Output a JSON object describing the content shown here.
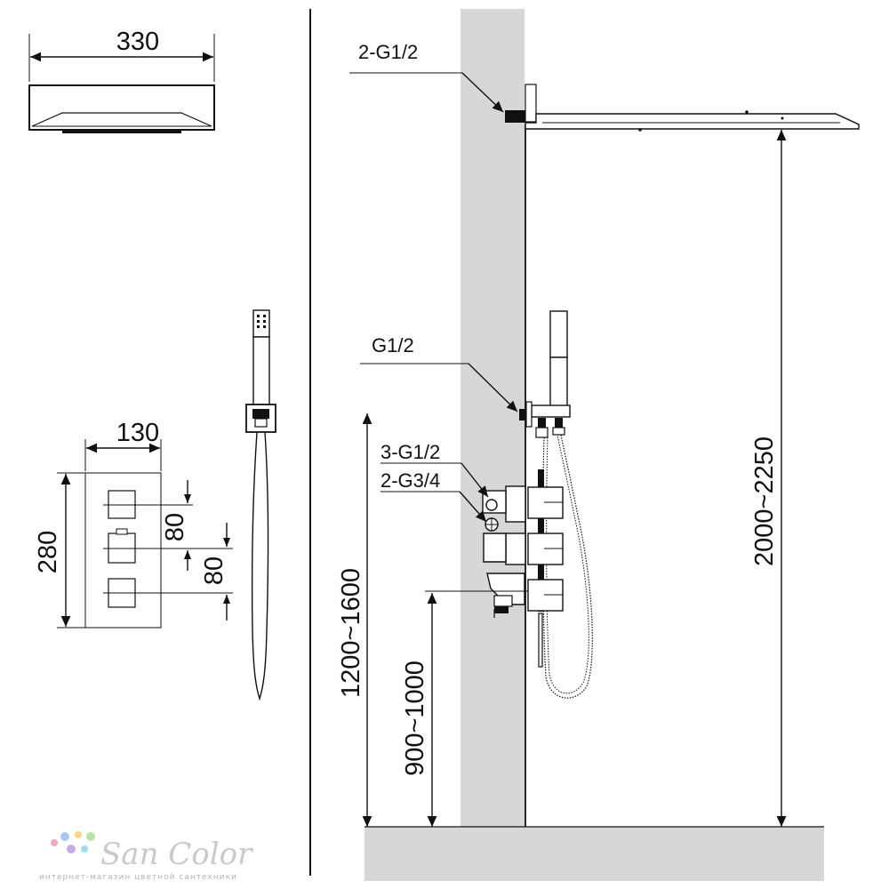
{
  "colors": {
    "line": "#111111",
    "wall": "#d7d7d7",
    "background": "#ffffff",
    "logo_text": "#c9c9c9"
  },
  "top_view": {
    "width_label": "330"
  },
  "valve_front": {
    "width_label": "130",
    "height_label": "280",
    "spacing_label_1": "80",
    "spacing_label_2": "80"
  },
  "side_view": {
    "ceiling_inlet_label": "2-G1/2",
    "hand_inlet_label": "G1/2",
    "valve_inlet_label": "3-G1/2",
    "valve_outlet_label": "2-G3/4",
    "hand_height_label": "1200~1600",
    "valve_height_label": "900~1000",
    "head_height_label": "2000~2250"
  },
  "watermark": {
    "brand": "San Color",
    "tagline": "интернет-магазин цветной сантехники",
    "dot_colors": [
      "#f3a6c6",
      "#a9c6f2",
      "#f7d38a",
      "#b9e3a6",
      "#c7a8ea",
      "#9fdde8"
    ]
  }
}
